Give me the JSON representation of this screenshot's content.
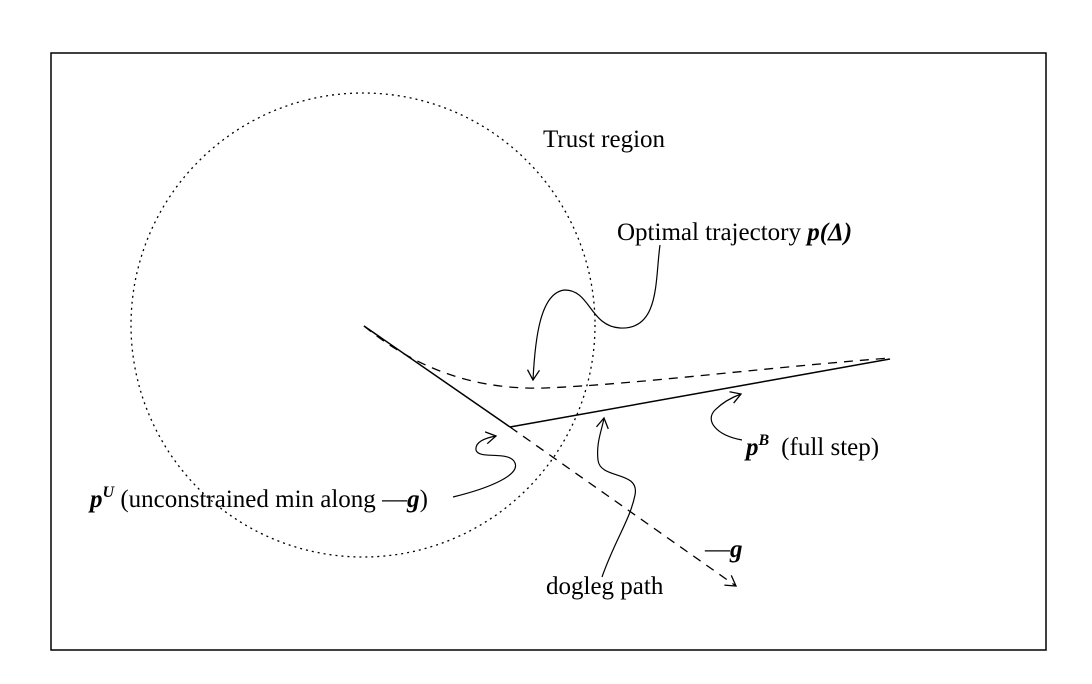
{
  "labels": {
    "trust_region": "Trust region",
    "optimal_trajectory": "Optimal trajectory ",
    "optimal_symbol": "p",
    "optimal_arg": "(Δ)",
    "full_step_symbol": "p",
    "full_step_sup": "B",
    "full_step_text": "(full step)",
    "unconstrained_symbol": "p",
    "unconstrained_sup": "U",
    "unconstrained_text": " (unconstrained min along ",
    "unconstrained_neg": "—",
    "unconstrained_g": "g",
    "unconstrained_close": ")",
    "neg_gradient_dash": "—",
    "neg_gradient_g": "g",
    "dogleg_path": "dogleg path"
  }
}
